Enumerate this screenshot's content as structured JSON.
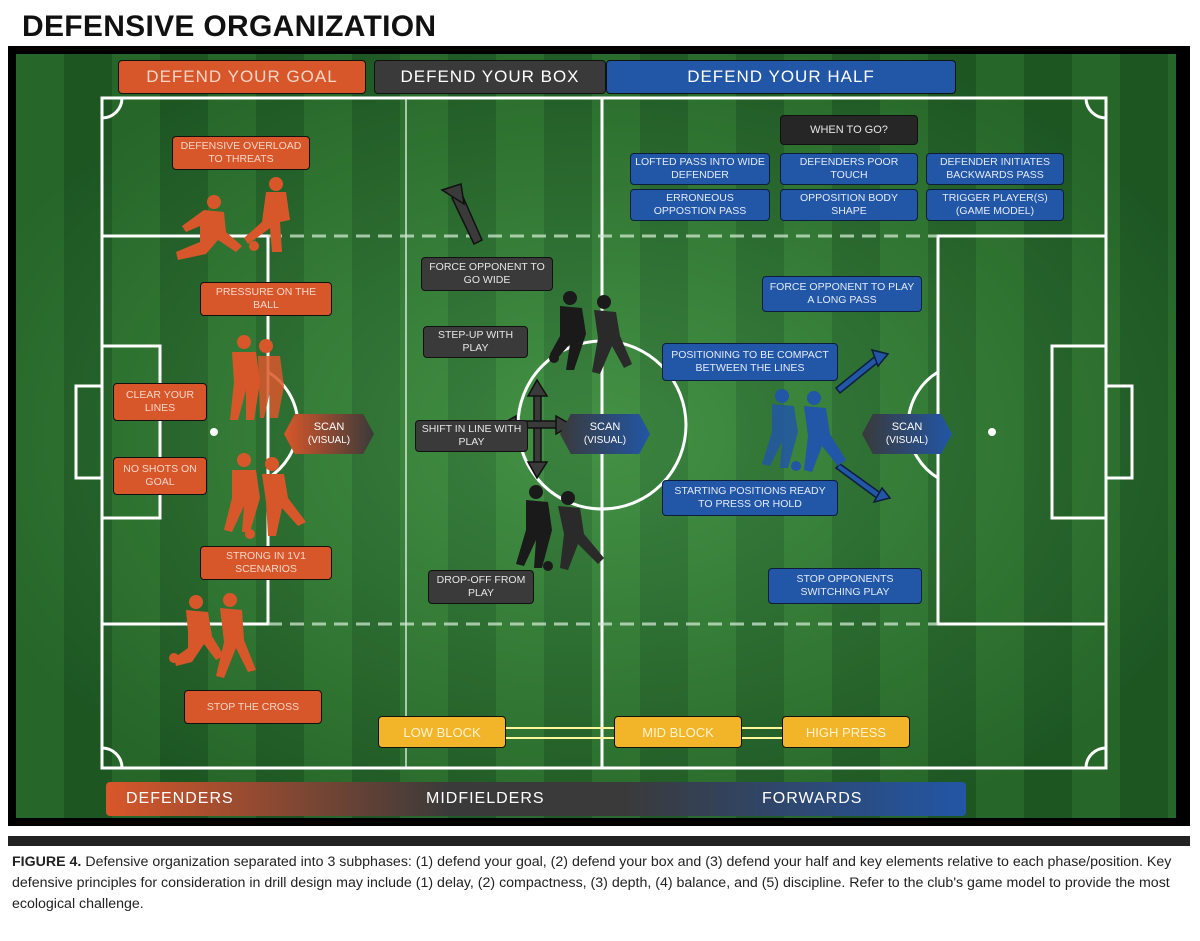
{
  "title": "DEFENSIVE ORGANIZATION",
  "headers": {
    "defend_goal": "DEFEND YOUR GOAL",
    "defend_box": "DEFEND YOUR BOX",
    "defend_half": "DEFEND YOUR HALF"
  },
  "goal_zone": {
    "overload": "DEFENSIVE OVERLOAD TO THREATS",
    "pressure": "PRESSURE ON THE BALL",
    "clear": "CLEAR YOUR LINES",
    "no_shots": "NO SHOTS ON GOAL",
    "strong": "STRONG IN 1V1 SCENARIOS",
    "stop_cross": "STOP THE CROSS"
  },
  "box_zone": {
    "force_wide": "FORCE OPPONENT TO GO WIDE",
    "step_up": "STEP-UP WITH PLAY",
    "shift": "SHIFT IN LINE WITH PLAY",
    "drop_off": "DROP-OFF FROM PLAY"
  },
  "half_zone": {
    "when_to_go": "WHEN TO GO?",
    "triggers": [
      "LOFTED PASS INTO WIDE DEFENDER",
      "DEFENDERS POOR TOUCH",
      "DEFENDER INITIATES BACKWARDS PASS",
      "ERRONEOUS OPPOSTION PASS",
      "OPPOSITION BODY SHAPE",
      "TRIGGER PLAYER(S) (GAME MODEL)"
    ],
    "force_long": "FORCE OPPONENT TO PLAY A LONG PASS",
    "compact": "POSITIONING TO BE COMPACT BETWEEN THE LINES",
    "starting": "STARTING POSITIONS READY TO PRESS OR HOLD",
    "stop_switch": "STOP OPPONENTS SWITCHING PLAY"
  },
  "scan": {
    "label": "SCAN",
    "sub": "(VISUAL)"
  },
  "blocks": {
    "low": "LOW BLOCK",
    "mid": "MID BLOCK",
    "high": "HIGH PRESS"
  },
  "positions": {
    "defenders": "DEFENDERS",
    "midfielders": "MIDFIELDERS",
    "forwards": "FORWARDS"
  },
  "caption": {
    "label": "FIGURE 4.",
    "text": "Defensive organization separated into 3 subphases: (1) defend your goal, (2) defend your box and (3) defend your half and key elements relative to each phase/position. Key defensive principles for consideration in drill design may include (1) delay, (2) compactness, (3) depth, (4) balance, and (5) discipline. Refer to the club's game model to provide the most ecological challenge."
  },
  "colors": {
    "orange": "#d8572a",
    "dark": "#3a3a3a",
    "blue": "#2256a6",
    "gold": "#f2b52a",
    "pitch": "#2f7d32"
  }
}
